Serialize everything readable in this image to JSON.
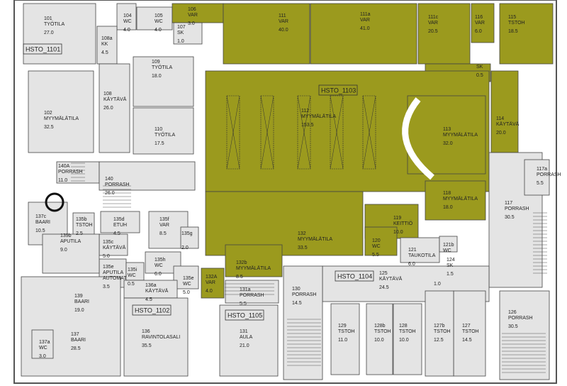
{
  "title": "Floor plan",
  "colors": {
    "occupied": "#9b9a1e",
    "room": "#e4e4e4",
    "wall": "#ffffff",
    "line": "#444444"
  },
  "zones": [
    {
      "label": "HSTO_1101"
    },
    {
      "label": "HSTO_1102"
    },
    {
      "label": "HSTO_1103"
    },
    {
      "label": "HSTO_1104"
    },
    {
      "label": "HSTO_1105"
    }
  ],
  "rooms": [
    {
      "id": "101",
      "name": "TYÖTILA",
      "area": "27.0",
      "zone": "grey"
    },
    {
      "id": "102",
      "name": "MYYMÄLÄTILA",
      "area": "32.5",
      "zone": "grey"
    },
    {
      "id": "104",
      "name": "WC",
      "area": "4.0",
      "zone": "grey"
    },
    {
      "id": "105",
      "name": "WC",
      "area": "4.0",
      "zone": "grey"
    },
    {
      "id": "106",
      "name": "VAR",
      "area": "3.0",
      "zone": "olive"
    },
    {
      "id": "107",
      "name": "SK",
      "area": "1.0",
      "zone": "grey"
    },
    {
      "id": "108a",
      "name": "KK",
      "area": "4.5",
      "zone": "grey"
    },
    {
      "id": "108",
      "name": "KÄYTÄVÄ",
      "area": "26.0",
      "zone": "grey"
    },
    {
      "id": "109",
      "name": "TYÖTILA",
      "area": "18.0",
      "zone": "grey"
    },
    {
      "id": "110",
      "name": "TYÖTILA",
      "area": "17.5",
      "zone": "grey"
    },
    {
      "id": "111",
      "name": "VAR",
      "area": "40.0",
      "zone": "olive"
    },
    {
      "id": "111a",
      "name": "VAR",
      "area": "41.0",
      "zone": "olive"
    },
    {
      "id": "111c",
      "name": "VAR",
      "area": "20.5",
      "zone": "olive"
    },
    {
      "id": "116",
      "name": "VAR",
      "area": "6.0",
      "zone": "olive"
    },
    {
      "id": "",
      "name": "SK",
      "area": "0.5",
      "zone": "olive"
    },
    {
      "id": "115",
      "name": "TSTOH",
      "area": "18.5",
      "zone": "olive"
    },
    {
      "id": "112",
      "name": "MYYMÄLÄTILA",
      "area": "153.5",
      "zone": "olive"
    },
    {
      "id": "113",
      "name": "MYYMÄLÄTILA",
      "area": "32.0",
      "zone": "olive"
    },
    {
      "id": "114",
      "name": "KÄYTÄVÄ",
      "area": "20.0",
      "zone": "olive"
    },
    {
      "id": "118",
      "name": "MYYMÄLÄTILA",
      "area": "18.0",
      "zone": "olive"
    },
    {
      "id": "117",
      "name": "PORRASH",
      "area": "30.5",
      "zone": "grey"
    },
    {
      "id": "117a",
      "name": "PORRASH",
      "area": "5.5",
      "zone": "grey"
    },
    {
      "id": "132",
      "name": "MYYMÄLÄTILA",
      "area": "33.5",
      "zone": "olive"
    },
    {
      "id": "132b",
      "name": "MYYMÄLÄTILA",
      "area": "8.5",
      "zone": "olive"
    },
    {
      "id": "132A",
      "name": "VAR",
      "area": "4.0",
      "zone": "olive"
    },
    {
      "id": "119",
      "name": "KEITTIÖ",
      "area": "10.0",
      "zone": "olive"
    },
    {
      "id": "120",
      "name": "WC",
      "area": "5.5",
      "zone": "olive"
    },
    {
      "id": "121",
      "name": "TAUKOTILA",
      "area": "6.0",
      "zone": "grey"
    },
    {
      "id": "121b",
      "name": "WC",
      "area": "",
      "zone": "grey"
    },
    {
      "id": "124",
      "name": "SK",
      "area": "1.5",
      "zone": "grey"
    },
    {
      "id": "",
      "name": "",
      "area": "1.0",
      "zone": "grey"
    },
    {
      "id": "125",
      "name": "KÄYTÄVÄ",
      "area": "24.5",
      "zone": "grey"
    },
    {
      "id": "126",
      "name": "PORRASH",
      "area": "30.5",
      "zone": "grey"
    },
    {
      "id": "127",
      "name": "TSTOH",
      "area": "14.5",
      "zone": "grey"
    },
    {
      "id": "127b",
      "name": "TSTOH",
      "area": "12.5",
      "zone": "grey"
    },
    {
      "id": "128",
      "name": "TSTOH",
      "area": "10.0",
      "zone": "grey"
    },
    {
      "id": "128b",
      "name": "TSTOH",
      "area": "10.0",
      "zone": "grey"
    },
    {
      "id": "129",
      "name": "TSTOH",
      "area": "11.0",
      "zone": "grey"
    },
    {
      "id": "130",
      "name": "PORRASH",
      "area": "14.5",
      "zone": "grey"
    },
    {
      "id": "131",
      "name": "AULA",
      "area": "21.0",
      "zone": "grey"
    },
    {
      "id": "131a",
      "name": "PORRASH",
      "area": "5.5",
      "zone": "grey"
    },
    {
      "id": "135b",
      "name": "TSTOH",
      "area": "2.5",
      "zone": "grey"
    },
    {
      "id": "135c",
      "name": "KÄYTÄVÄ",
      "area": "5.0",
      "zone": "grey"
    },
    {
      "id": "135d",
      "name": "ETUH",
      "area": "4.5",
      "zone": "grey"
    },
    {
      "id": "135e",
      "name": "APUTILA AUTOMAT",
      "area": "3.5",
      "zone": "grey"
    },
    {
      "id": "135f",
      "name": "VAR",
      "area": "8.5",
      "zone": "grey"
    },
    {
      "id": "135h",
      "name": "WC",
      "area": "6.0",
      "zone": "grey"
    },
    {
      "id": "135g",
      "name": "",
      "area": "2.0",
      "zone": "grey"
    },
    {
      "id": "135e",
      "name": "WC",
      "area": "5.0",
      "zone": "grey"
    },
    {
      "id": "135i",
      "name": "WC",
      "area": "0.5",
      "zone": "grey"
    },
    {
      "id": "136a",
      "name": "KÄYTÄVÄ",
      "area": "4.5",
      "zone": "grey"
    },
    {
      "id": "136",
      "name": "RAVINTOLASALI",
      "area": "35.5",
      "zone": "grey"
    },
    {
      "id": "137",
      "name": "BAARI",
      "area": "28.5",
      "zone": "grey"
    },
    {
      "id": "137a",
      "name": "WC",
      "area": "3.0",
      "zone": "grey"
    },
    {
      "id": "137c",
      "name": "BAARI",
      "area": "10.5",
      "zone": "grey"
    },
    {
      "id": "139",
      "name": "BAARI",
      "area": "19.0",
      "zone": "grey"
    },
    {
      "id": "139b",
      "name": "APUTILA",
      "area": "9.0",
      "zone": "grey"
    },
    {
      "id": "140A",
      "name": "PORRASH",
      "area": "11.0",
      "zone": "grey"
    },
    {
      "id": "140",
      "name": "PORRASH",
      "area": "26.0",
      "zone": "grey"
    }
  ]
}
